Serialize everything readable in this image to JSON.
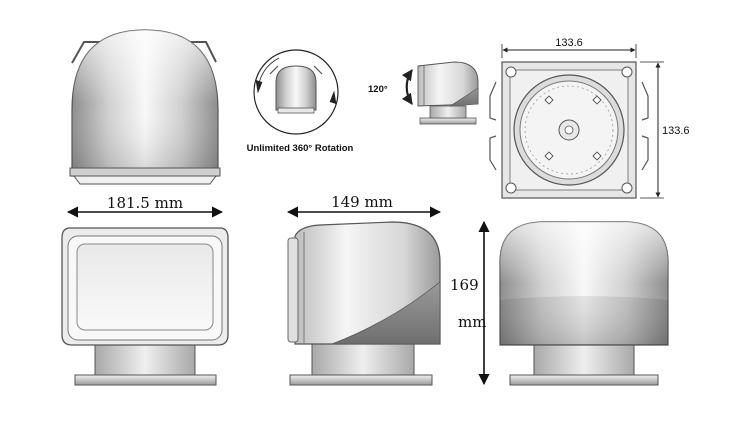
{
  "dimensions": {
    "width": "181.5 mm",
    "depth": "149 mm",
    "height_value": "169",
    "height_unit": "mm",
    "base_width": "133.6",
    "base_depth": "133.6"
  },
  "rotation": {
    "tilt_label": "120°",
    "caption": "Unlimited 360° Rotation"
  },
  "colors": {
    "body_light": "#f7f7f7",
    "body_mid": "#d4d4d4",
    "body_dark": "#8c8c8c",
    "outline": "#555555",
    "line": "#222222"
  }
}
